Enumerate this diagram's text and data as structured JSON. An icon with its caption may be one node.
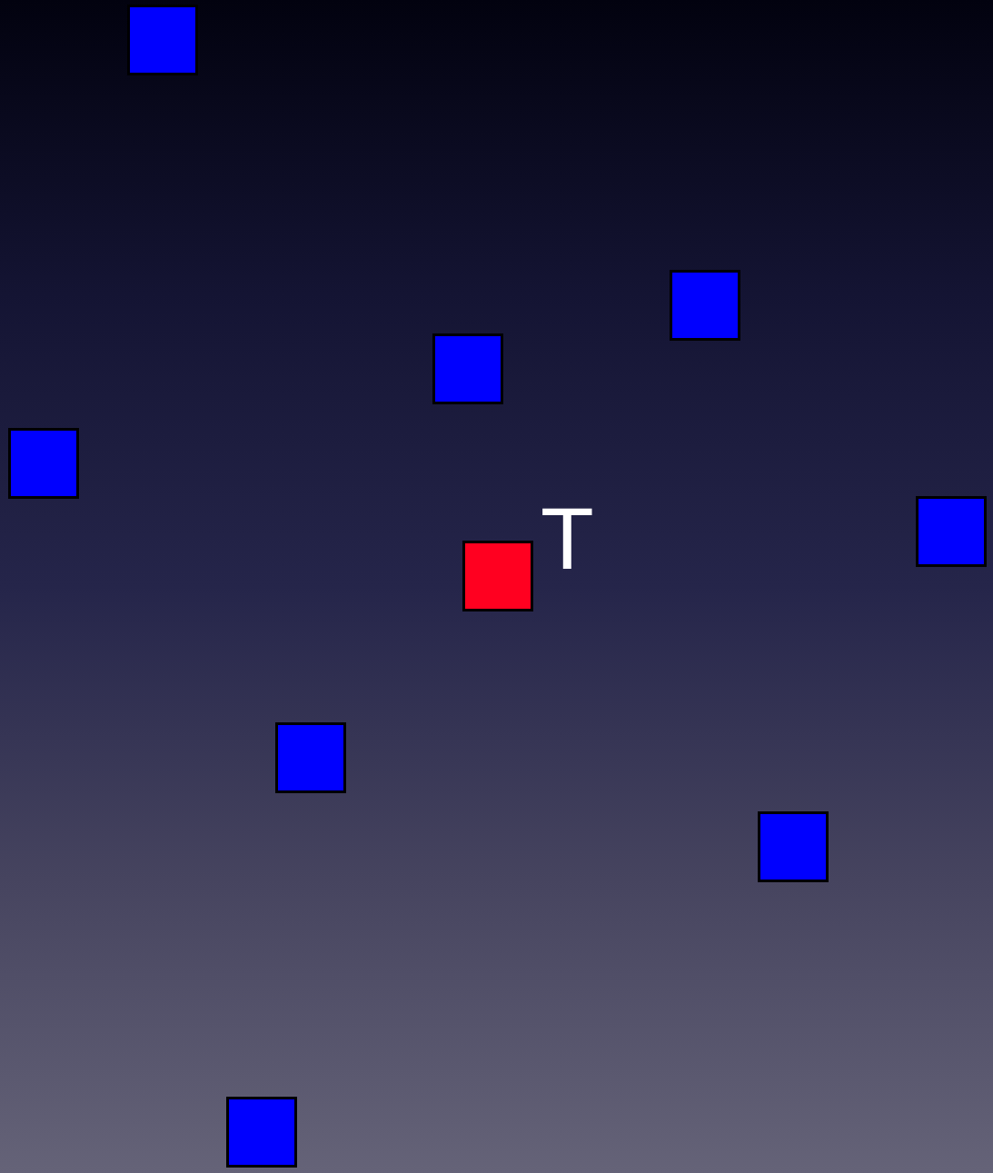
{
  "diagram": {
    "nodes": [
      {
        "text": [],
        "shape": "box"
      },
      {
        "text": [],
        "shape": "box"
      },
      {
        "text": [],
        "shape": "box"
      },
      {
        "text": [],
        "shape": "box"
      },
      {
        "text": [],
        "shape": "box"
      },
      {
        "text": [],
        "shape": "box",
        "beside": [
          "T"
        ]
      },
      {
        "text": [],
        "shape": "box"
      },
      {
        "text": [],
        "shape": "box"
      },
      {
        "text": [],
        "shape": "box"
      }
    ]
  }
}
